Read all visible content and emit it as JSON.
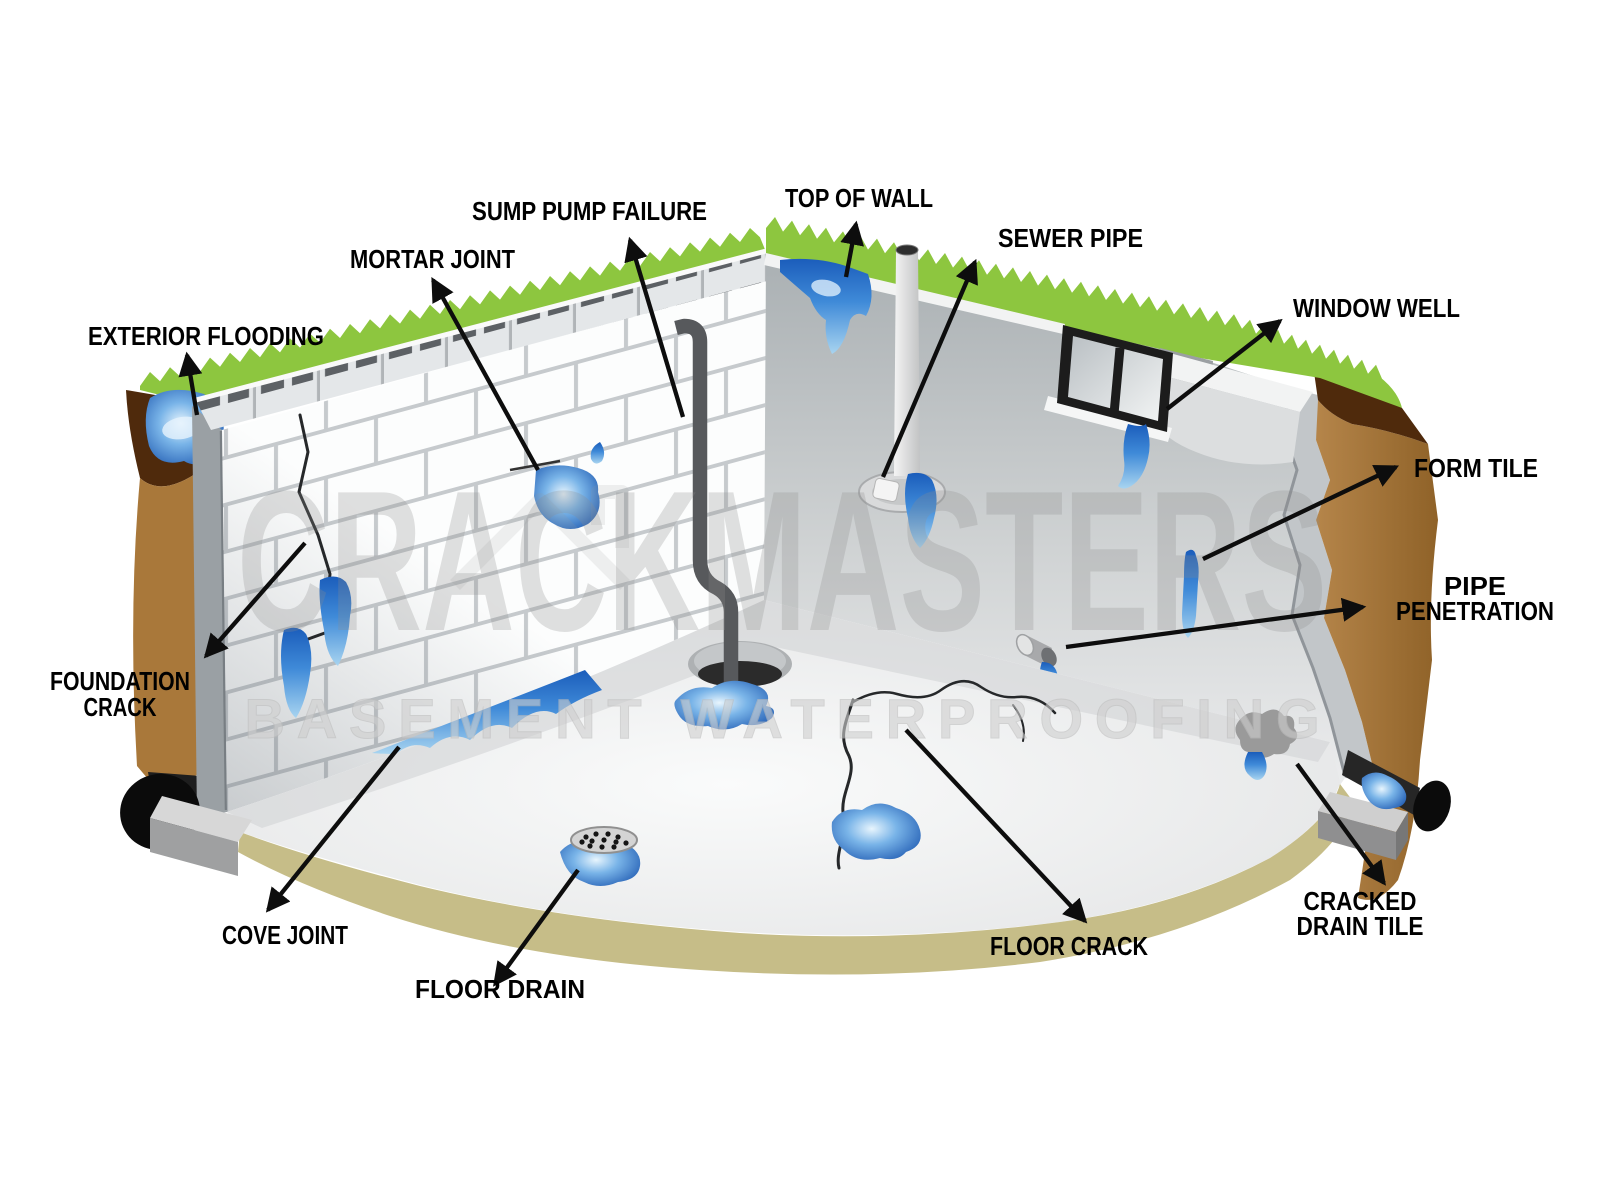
{
  "watermark": {
    "brand": "CRACKMASTERS",
    "tagline": "BASEMENT WATERPROOFING"
  },
  "labels": {
    "exterior_flooding": {
      "line1": "EXTERIOR FLOODING"
    },
    "mortar_joint": {
      "line1": "MORTAR JOINT"
    },
    "sump_pump_failure": {
      "line1": "SUMP PUMP FAILURE"
    },
    "top_of_wall": {
      "line1": "TOP OF WALL"
    },
    "sewer_pipe": {
      "line1": "SEWER PIPE"
    },
    "window_well": {
      "line1": "WINDOW WELL"
    },
    "form_tile": {
      "line1": "FORM TILE"
    },
    "pipe_penetration": {
      "line1": "PIPE",
      "line2": "PENETRATION"
    },
    "foundation_crack": {
      "line1": "FOUNDATION",
      "line2": "CRACK"
    },
    "cove_joint": {
      "line1": "COVE JOINT"
    },
    "floor_drain": {
      "line1": "FLOOR DRAIN"
    },
    "floor_crack": {
      "line1": "FLOOR CRACK"
    },
    "cracked_drain_tile": {
      "line1": "CRACKED",
      "line2": "DRAIN TILE"
    }
  },
  "colors": {
    "label": "#000000",
    "arrow": "#0d0d0d",
    "grass": "#8dc63f",
    "grass_dark": "#63a11e",
    "soil_dark": "#4f2a0c",
    "soil_light": "#a9783a",
    "khaki": "#c6bd88",
    "water_deep": "#1b5dbb",
    "water_light": "#a8d4f0",
    "wall_edge": "#9aa0a4",
    "watermark": "#8d8d8d"
  }
}
